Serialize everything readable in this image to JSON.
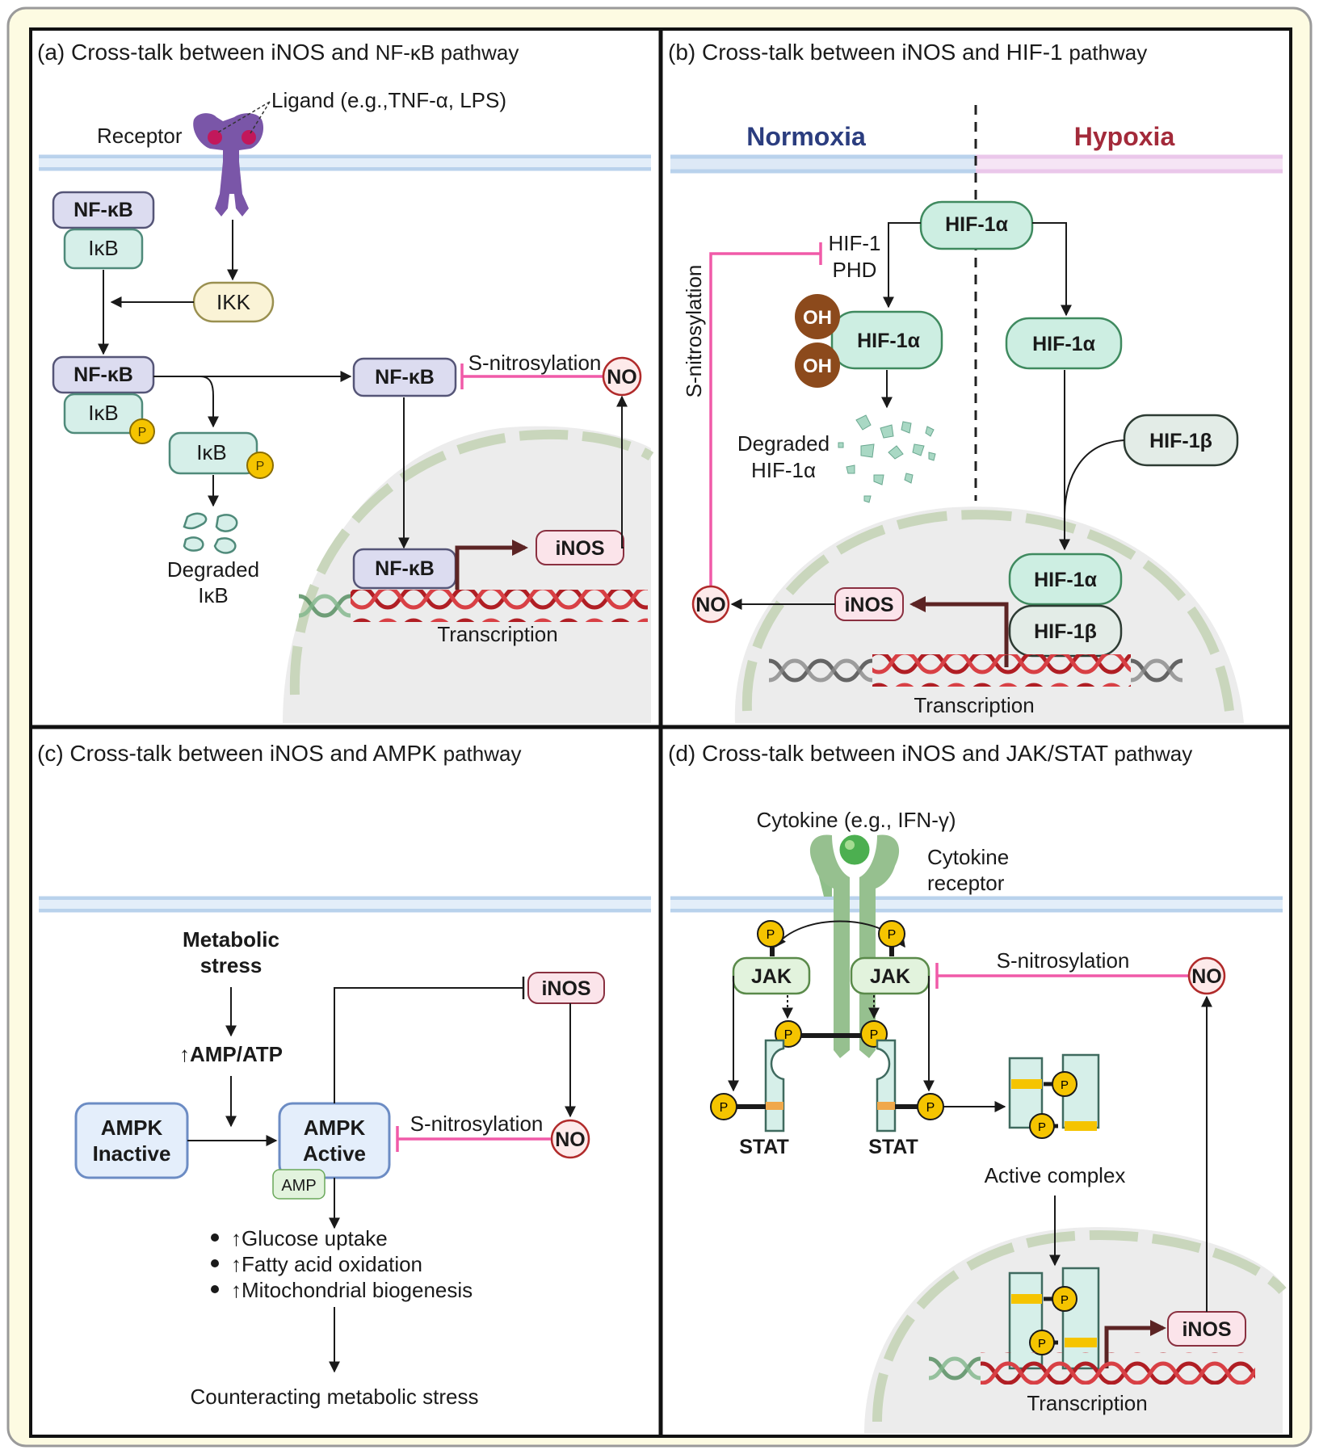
{
  "panels": {
    "a": {
      "title": "(a) Cross-talk between iNOS and ",
      "title_small": "NF-κB pathway",
      "ligand": "Ligand (e.g.,TNF-α, LPS)",
      "receptor": "Receptor",
      "nfkb": "NF-κB",
      "ikb": "IκB",
      "ikk": "IKK",
      "p": "P",
      "degraded_1": "Degraded",
      "degraded_2": "IκB",
      "s_nitrosylation": "S-nitrosylation",
      "no": "NO",
      "inos": "iNOS",
      "transcription": "Transcription"
    },
    "b": {
      "title": "(b) Cross-talk between iNOS and HIF-1 ",
      "title_small": "pathway",
      "normoxia": "Normoxia",
      "hypoxia": "Hypoxia",
      "hif1a": "HIF-1α",
      "hif1b": "HIF-1β",
      "phd_1": "HIF-1",
      "phd_2": "PHD",
      "oh": "OH",
      "degraded_1": "Degraded",
      "degraded_2": "HIF-1α",
      "s_nitrosylation": "S-nitrosylation",
      "no": "NO",
      "inos": "iNOS",
      "transcription": "Transcription"
    },
    "c": {
      "title": "(c) Cross-talk between iNOS and AMPK ",
      "title_small": "pathway",
      "metabolic_1": "Metabolic",
      "metabolic_2": "stress",
      "amp_atp": "↑AMP/ATP",
      "ampk_inactive_1": "AMPK",
      "ampk_inactive_2": "Inactive",
      "ampk_active_1": "AMPK",
      "ampk_active_2": "Active",
      "amp": "AMP",
      "inos": "iNOS",
      "no": "NO",
      "s_nitrosylation": "S-nitrosylation",
      "effects": [
        "↑Glucose uptake",
        "↑Fatty acid oxidation",
        "↑Mitochondrial biogenesis"
      ],
      "outcome": "Counteracting metabolic stress"
    },
    "d": {
      "title": "(d) Cross-talk between iNOS and JAK/STAT ",
      "title_small": "pathway",
      "cytokine": "Cytokine (e.g., IFN-γ)",
      "receptor_1": "Cytokine",
      "receptor_2": "receptor",
      "jak": "JAK",
      "stat": "STAT",
      "p": "P",
      "s_nitrosylation": "S-nitrosylation",
      "no": "NO",
      "active_complex": "Active complex",
      "inos": "iNOS",
      "transcription": "Transcription"
    }
  },
  "colors": {
    "nfkb_fill": "#dcdcf0",
    "ikb_fill": "#d6efe9",
    "ikk_fill": "#faf3d6",
    "hif_fill": "#cdeee2",
    "inos_fill": "#fbe4ea",
    "ampk_fill": "#e4eefb",
    "jak_fill": "#e2f3dd",
    "inhibit": "#f05aa8",
    "phospho": "#f5c400",
    "normoxia": "#2b3d7f",
    "hypoxia": "#a32a3a"
  }
}
